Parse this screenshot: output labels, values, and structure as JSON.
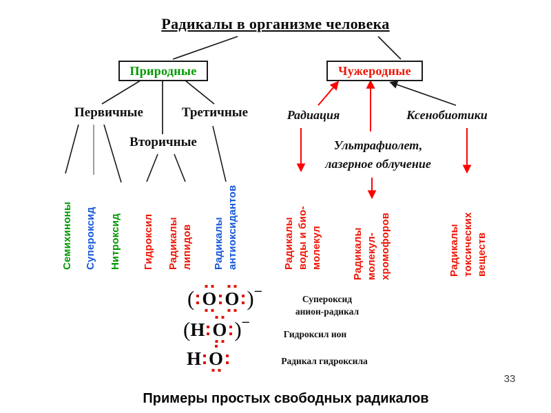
{
  "slide": {
    "title": "Радикалы в организме человека",
    "page_number": "33",
    "caption": "Примеры простых свободных радикалов"
  },
  "tree": {
    "natural_label": "Природные",
    "foreign_label": "Чужеродные",
    "primary_label": "Первичные",
    "secondary_label": "Вторичные",
    "tertiary_label": "Третичные",
    "radiation_label": "Радиация",
    "xenobiotics_label": "Ксенобиотики",
    "uv_lines": [
      "Ультрафиолет,",
      "лазерное облучение"
    ]
  },
  "vertical_labels": [
    {
      "id": "semiquinones",
      "lines": [
        "Семихиноны"
      ],
      "color": "green"
    },
    {
      "id": "superoxide",
      "lines": [
        "Супероксид"
      ],
      "color": "blue"
    },
    {
      "id": "nitroxide",
      "lines": [
        "Нитроксид"
      ],
      "color": "green"
    },
    {
      "id": "hydroxyl",
      "lines": [
        "Гидроксил"
      ],
      "color": "red"
    },
    {
      "id": "lipid-radicals",
      "lines": [
        "Радикалы",
        "липидов"
      ],
      "color": "red"
    },
    {
      "id": "antioxidant-radicals",
      "lines": [
        "Радикалы",
        "антиоксидантов"
      ],
      "color": "blue"
    },
    {
      "id": "water-bio-radicals",
      "lines": [
        "Радикалы",
        "воды и био-",
        "молекул"
      ],
      "color": "red"
    },
    {
      "id": "chromophore-radicals",
      "lines": [
        "Радикалы",
        "молекул-",
        "хромофоров"
      ],
      "color": "red"
    },
    {
      "id": "toxic-radicals",
      "lines": [
        "Радикалы",
        "токсических",
        "веществ"
      ],
      "color": "red"
    }
  ],
  "formulas": [
    {
      "text": "(:O:O:)−",
      "tokens": [
        {
          "t": "("
        },
        {
          "c": 2
        },
        {
          "t": "O",
          "a": 2,
          "b": 2
        },
        {
          "c": 2
        },
        {
          "t": "O",
          "a": 2,
          "b": 2
        },
        {
          "c": 2
        },
        {
          "t": ")"
        },
        {
          "s": "–"
        }
      ],
      "label_lines": [
        "Супероксид",
        "анион-радикал"
      ]
    },
    {
      "text": "(H:O:)−",
      "tokens": [
        {
          "t": "("
        },
        {
          "t": "H"
        },
        {
          "c": 2
        },
        {
          "t": "O",
          "a": 2,
          "b": 2
        },
        {
          "c": 2
        },
        {
          "t": ")"
        },
        {
          "s": "–"
        }
      ],
      "label_lines": [
        "Гидроксил ион"
      ]
    },
    {
      "text": "H:O:",
      "tokens": [
        {
          "t": "H"
        },
        {
          "c": 2
        },
        {
          "t": "O",
          "a": 1,
          "b": 2
        },
        {
          "c": 2
        }
      ],
      "label_lines": [
        "Радикал гидроксила"
      ]
    }
  ],
  "colors": {
    "natural_green": "#009900",
    "foreign_red": "#ee1505",
    "blue_label": "#1457d8",
    "arrow_red": "#ff0000",
    "line_black": "#1a1a1a",
    "dot_red": "#e11505"
  }
}
